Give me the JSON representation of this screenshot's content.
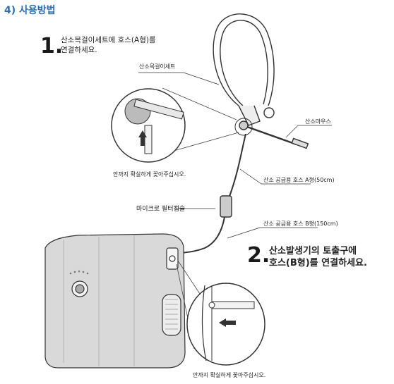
{
  "section_title": "4) 사용방법",
  "step1": {
    "number": "1.",
    "text_line1": "산소목걸이세트에 호스(A형)를",
    "text_line2": "연결하세요."
  },
  "step2": {
    "number": "2.",
    "text_line1": "산소발생기의 토출구에",
    "text_line2": "호스(B형)를 연결하세요."
  },
  "labels": {
    "necklace_set": "산소목걸이세트",
    "oxygen_mouse": "산소마우스",
    "hose_a": "산소 공급용 호스 A형(50cm)",
    "filter_cap": "마이크로 필터캡슐",
    "hose_b": "산소 공급용 호스 B형(150cm)"
  },
  "captions": {
    "top_detail": "안까지 확실하게 꽂아주십시오.",
    "bottom_detail": "안까지 확실하게 꽂아주십시오."
  },
  "colors": {
    "title": "#2c6db5",
    "line": "#333333",
    "device": "#dcdcdc"
  }
}
